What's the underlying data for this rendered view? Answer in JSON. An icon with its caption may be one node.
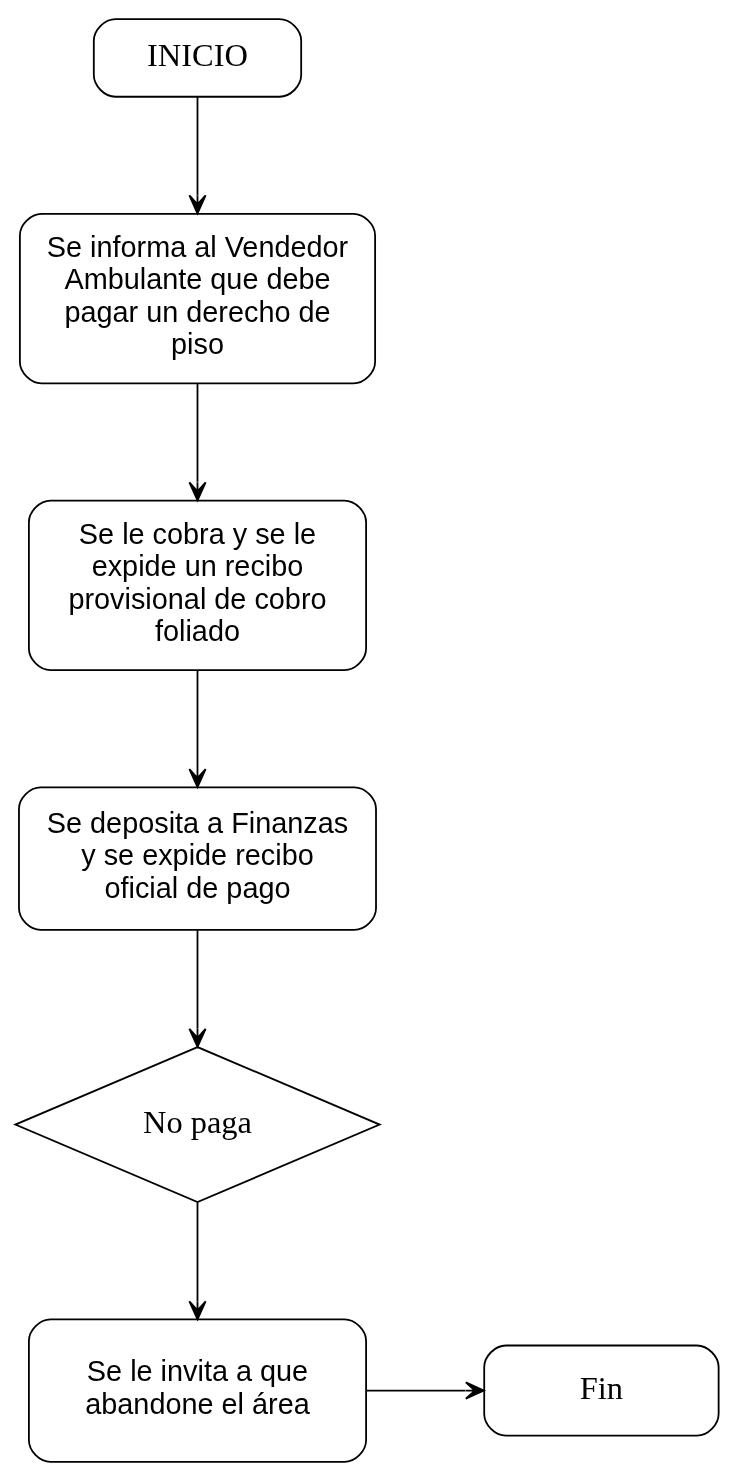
{
  "diagram": {
    "nodes": [
      {
        "text": [
          "INICIO"
        ]
      },
      {
        "text": [
          "Se informa al Vendedor Ambulante que debe pagar un derecho de piso"
        ]
      },
      {
        "text": [
          "Se le cobra y se le expide un recibo provisional de cobro foliado"
        ]
      },
      {
        "text": [
          "Se deposita a Finanzas y se expide recibo oficial de pago"
        ]
      },
      {
        "text": [
          "No paga"
        ]
      },
      {
        "text": [
          "Se le invita a que abandone el área"
        ]
      },
      {
        "text": [
          "Fin"
        ]
      }
    ],
    "edges": [
      {
        "from": 0,
        "to": 1,
        "arrow": "to"
      },
      {
        "from": 1,
        "to": 2,
        "arrow": "to"
      },
      {
        "from": 2,
        "to": 3,
        "arrow": "to"
      },
      {
        "from": 3,
        "to": 4,
        "arrow": "to"
      },
      {
        "from": 4,
        "to": 5,
        "arrow": "to"
      },
      {
        "from": 5,
        "to": 6,
        "arrow": "to"
      }
    ]
  }
}
